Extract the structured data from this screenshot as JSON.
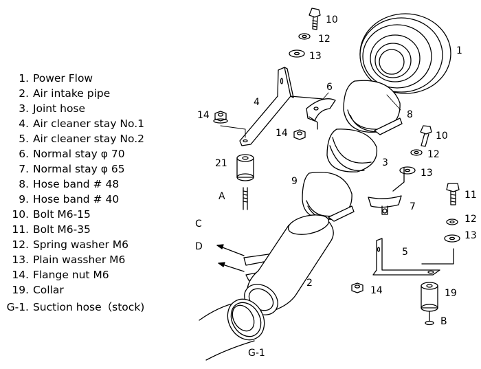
{
  "parts": [
    {
      "no": "1.",
      "name": "Power Flow"
    },
    {
      "no": "2.",
      "name": "Air intake pipe"
    },
    {
      "no": "3.",
      "name": "Joint hose"
    },
    {
      "no": "4.",
      "name": "Air cleaner stay  No.1"
    },
    {
      "no": "5.",
      "name": "Air cleaner stay No.2"
    },
    {
      "no": "6.",
      "name": "Normal stay φ 70"
    },
    {
      "no": "7.",
      "name": "Normal stay φ 65"
    },
    {
      "no": "8.",
      "name": "Hose band  # 48"
    },
    {
      "no": "9.",
      "name": "Hose band  # 40"
    },
    {
      "no": "10.",
      "name": "Bolt M6-15"
    },
    {
      "no": "11.",
      "name": "Bolt M6-35"
    },
    {
      "no": "12.",
      "name": "Spring washer M6"
    },
    {
      "no": "13.",
      "name": "Plain wassher M6"
    },
    {
      "no": "14.",
      "name": "Flange nut M6"
    },
    {
      "no": "19.",
      "name": "Collar"
    },
    {
      "no": "G-1.",
      "name": "Suction hose（stock)"
    }
  ],
  "callouts": {
    "c1": "1",
    "c2": "2",
    "c3": "3",
    "c4": "4",
    "c5": "5",
    "c6": "6",
    "c7": "7",
    "c8": "8",
    "c9": "9",
    "c10a": "10",
    "c10b": "10",
    "c11": "11",
    "c12a": "12",
    "c12b": "12",
    "c12c": "12",
    "c13a": "13",
    "c13b": "13",
    "c13c": "13",
    "c14a": "14",
    "c14b": "14",
    "c14c": "14",
    "c19": "19",
    "c21": "21",
    "cA": "A",
    "cB": "B",
    "cC": "C",
    "cD": "D",
    "cG1": "G-1"
  }
}
